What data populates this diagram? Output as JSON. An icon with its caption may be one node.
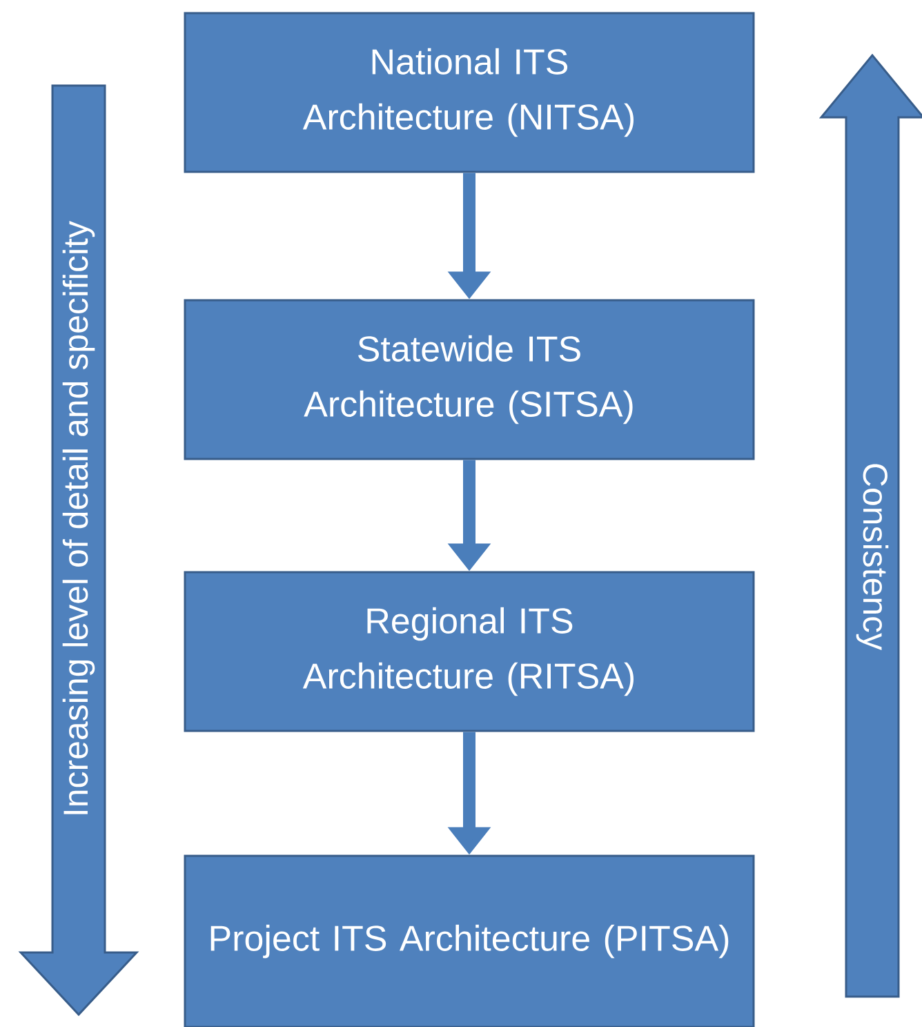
{
  "diagram": {
    "nodes": [
      {
        "text": [
          "National ITS Architecture (NITSA)"
        ]
      },
      {
        "text": [
          "Statewide ITS Architecture (SITSA)"
        ]
      },
      {
        "text": [
          "Regional ITS Architecture (RITSA)"
        ]
      },
      {
        "text": [
          "Project ITS Architecture (PITSA)"
        ]
      },
      {
        "text": [
          "Increasing level of detail and specificity"
        ]
      },
      {
        "text": [
          "Consistency"
        ]
      }
    ],
    "edges": [
      {
        "from": 0,
        "to": 1,
        "arrow": "to"
      },
      {
        "from": 1,
        "to": 2,
        "arrow": "to"
      },
      {
        "from": 2,
        "to": 3,
        "arrow": "to"
      }
    ]
  }
}
